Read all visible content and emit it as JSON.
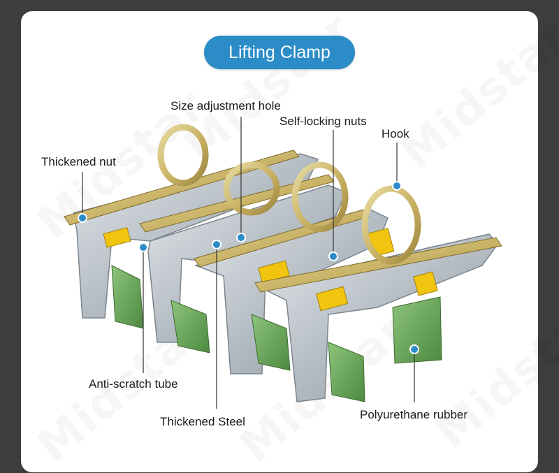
{
  "title": "Lifting Clamp",
  "watermark": "Midstar",
  "labels": {
    "size_adjustment_hole": "Size adjustment hole",
    "self_locking_nuts": "Self-locking nuts",
    "hook": "Hook",
    "thickened_nut": "Thickened nut",
    "anti_scratch_tube": "Anti-scratch tube",
    "thickened_steel": "Thickened Steel",
    "polyurethane_rubber": "Polyurethane rubber"
  },
  "colors": {
    "accent": "#2b8cc7",
    "background": "#3d3d3d",
    "card": "#ffffff",
    "steel": "#b9c0c6",
    "brass": "#c9b36a",
    "rubber": "#6aa55a"
  }
}
